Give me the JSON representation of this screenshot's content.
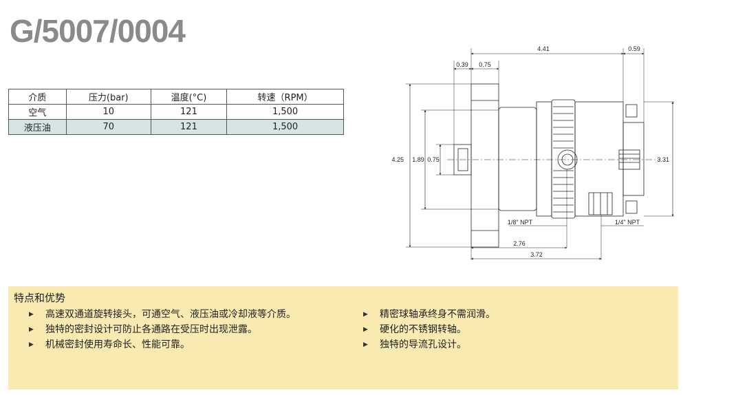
{
  "title": "G/5007/0004",
  "table": {
    "headers": [
      "介质",
      "压力(bar)",
      "温度(°C)",
      "转速（RPM）"
    ],
    "rows": [
      [
        "空气",
        "10",
        "121",
        "1,500"
      ],
      [
        "液压油",
        "70",
        "121",
        "1,500"
      ]
    ]
  },
  "drawing": {
    "dims": {
      "d441": "4.41",
      "d059": "0.59",
      "d039": "0.39",
      "d075top": "0.75",
      "d425": "4.25",
      "d189": "1.89",
      "d075left": "0.75",
      "d331": "3.31",
      "npt18": "1/8ʺ NPT",
      "npt14": "1/4ʺ NPT",
      "d276": "2.76",
      "d372": "3.72"
    }
  },
  "features": {
    "title": "特点和优势",
    "left": [
      "高速双通道旋转接头，可通空气、液压油或冷却液等介质。",
      "独特的密封设计可防止各通路在受压时出现泄露。",
      "机械密封使用寿命长、性能可靠。"
    ],
    "right": [
      "精密球轴承终身不需润滑。",
      "硬化的不锈钢转轴。",
      "独特的导流孔设计。"
    ],
    "bullet_glyph": "▶"
  }
}
